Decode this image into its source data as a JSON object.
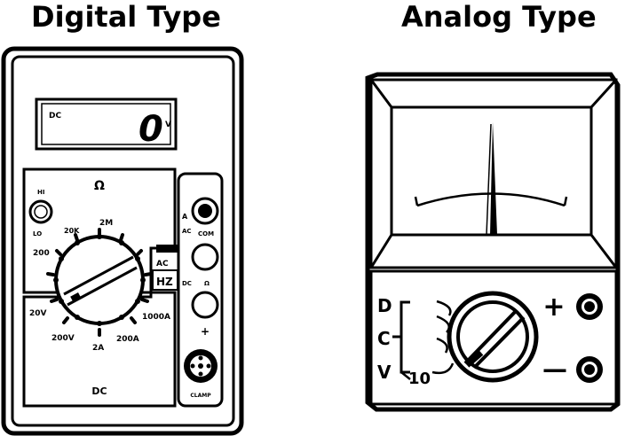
{
  "digital": {
    "title": "Digital Type",
    "display": {
      "mode": "DC",
      "reading": "0",
      "unit": "V"
    },
    "ohm_label": "Ω",
    "ohm_small_labels": {
      "hi": "HI",
      "lo": "LO"
    },
    "range_labels": [
      "20K",
      "2M",
      "200",
      "20V",
      "200V",
      "2A",
      "200A",
      "1000A"
    ],
    "mode_labels": {
      "top": "AC",
      "mid": "HZ",
      "bottom": "DC"
    },
    "jacks": [
      "",
      "COM",
      "Ω",
      "+"
    ],
    "jack_side_labels": [
      "A",
      "AC",
      "DC"
    ],
    "clamp_label": "CLAMP"
  },
  "analog": {
    "title": "Analog Type",
    "switch_labels": [
      "D",
      "C",
      "V"
    ],
    "range_label": "10",
    "plus": "+",
    "minus": "—"
  }
}
